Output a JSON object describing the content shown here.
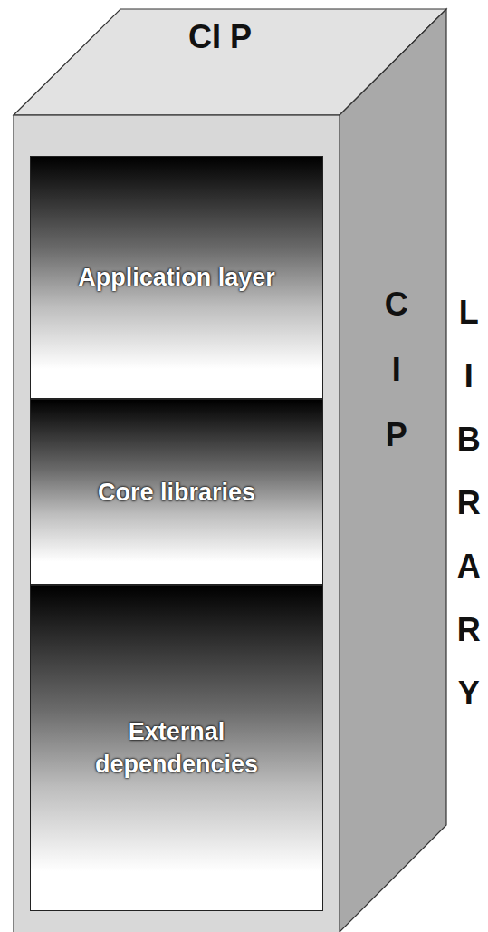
{
  "diagram": {
    "nodes": [
      {
        "text": [
          "CI P",
          "C I P",
          "L I B R A R Y"
        ]
      },
      {
        "text": [
          "Application layer"
        ],
        "in": 0
      },
      {
        "text": [
          "Core libraries"
        ],
        "in": 0
      },
      {
        "text": [
          "External dependencies"
        ],
        "in": 0
      }
    ],
    "edges": []
  }
}
